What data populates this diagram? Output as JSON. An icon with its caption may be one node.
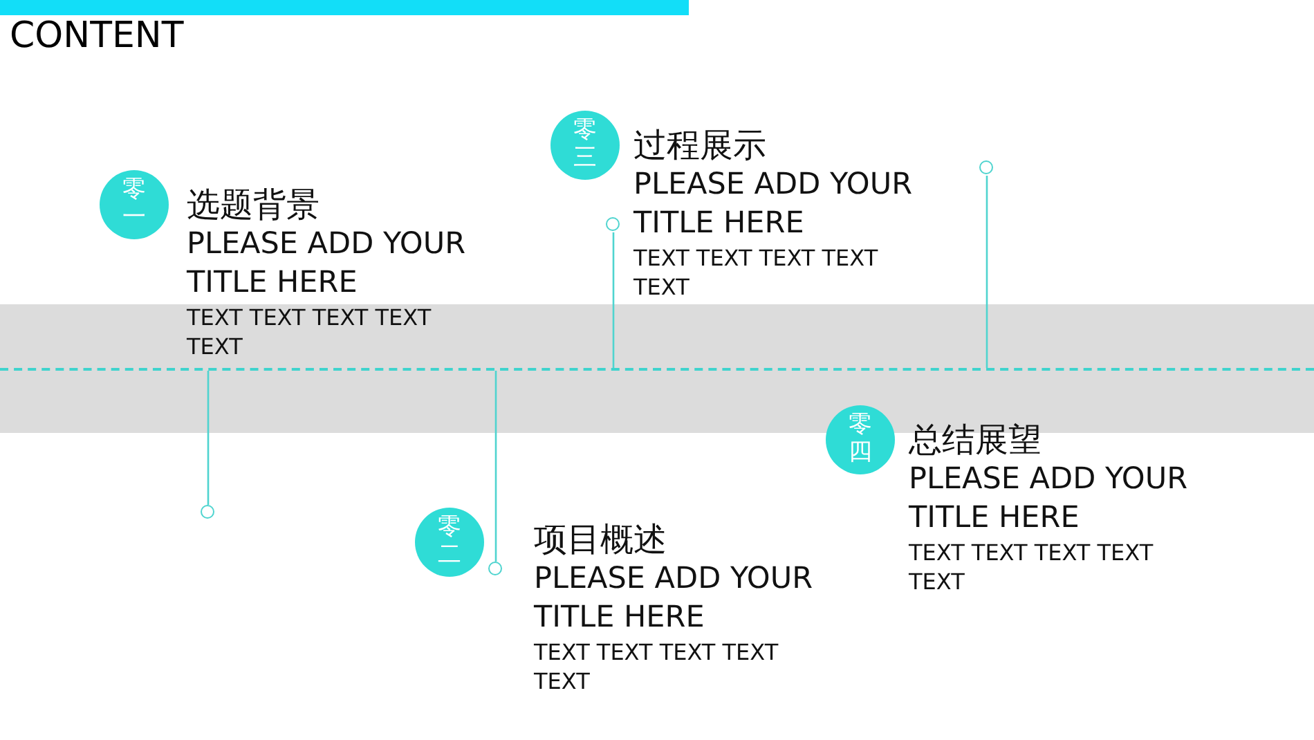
{
  "diagram": {
    "title": "CONTENT",
    "nodes": [
      {
        "text": [],
        "shape": "bar"
      },
      {
        "text": [
          "零一"
        ],
        "beside": [
          "选题背景",
          "PLEASE ADD YOUR TITLE HERE",
          "TEXT TEXT TEXT TEXT TEXT"
        ]
      },
      {
        "text": [
          "零二"
        ],
        "beside": [
          "项目概述",
          "PLEASE ADD YOUR TITLE HERE",
          "TEXT TEXT TEXT TEXT TEXT"
        ]
      },
      {
        "text": [
          "零三"
        ],
        "beside": [
          "过程展示",
          "PLEASE ADD YOUR TITLE HERE",
          "TEXT TEXT TEXT TEXT TEXT"
        ]
      },
      {
        "text": [
          "零四"
        ],
        "beside": [
          "总结展望",
          "PLEASE ADD YOUR TITLE HERE",
          "TEXT TEXT TEXT TEXT TEXT"
        ]
      },
      {
        "text": [],
        "shape": "circle"
      },
      {
        "text": [],
        "shape": "circle"
      },
      {
        "text": [],
        "shape": "circle"
      },
      {
        "text": [],
        "shape": "circle"
      }
    ],
    "edges": [
      {
        "from": 0,
        "to": 5,
        "arrow": "none"
      },
      {
        "from": 0,
        "to": 6,
        "arrow": "none"
      },
      {
        "from": 0,
        "to": 7,
        "arrow": "none"
      },
      {
        "from": 0,
        "to": 8,
        "arrow": "none"
      }
    ]
  }
}
